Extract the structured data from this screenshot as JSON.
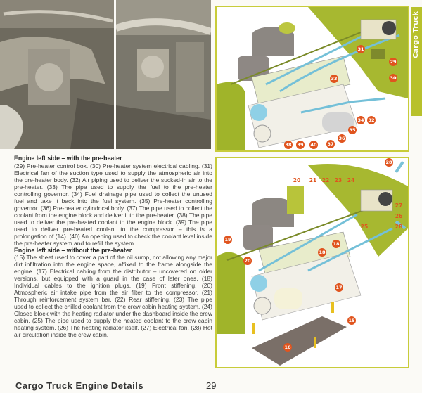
{
  "section_tab": "Cargo Truck",
  "sections": [
    {
      "heading": "Engine left side – with the pre-heater",
      "body": "(29) Pre-heater control box. (30) Pre-heater system electrical cabling. (31) Electrical fan of the suction type used to supply the atmospheric air into the pre-heater body. (32) Air piping used to deliver the sucked-in air to the pre-heater. (33) The pipe used to supply the fuel to the pre-heater controlling governor. (34) Fuel drainage pipe used to collect the unused fuel and take it back into the fuel system. (35) Pre-heater controlling governor. (36) Pre-heater cylindrical body. (37) The pipe used to collect the coolant from the engine block and deliver it to the pre-heater. (38) The pipe used to deliver the pre-heated coolant to the engine block. (39) The pipe used to deliver pre-heated coolant to the compressor – this is a prolongation of (14). (40) An opening used to check the coolant level inside the pre-heater system and to refill the system."
    },
    {
      "heading": "Engine left side – without the pre-heater",
      "body": "(15) The sheet used to cover a part of the oil sump, not allowing any major dirt infiltration into the engine space, affixed to the frame alongside the engine. (17) Electrical cabling from the distributor – uncovered on older versions, but equipped with a guard in the case of later ones. (18) Individual cables to the ignition plugs. (19) Front stiffening. (20) Atmospheric air intake pipe from the air filter to the compressor. (21) Through reinforcement system bar. (22) Rear stiffening. (23) The pipe used to collect the chilled coolant from the crew cabin heating system. (24) Closed block with the heating radiator under the dashboard inside the crew cabin. (25) The pipe used to supply the heated coolant to the crew cabin heating system. (26) The heating radiator itself. (27) Electrical fan. (28) Hot air circulation inside the crew cabin."
    }
  ],
  "diagram_top_labels": [
    "31",
    "29",
    "30",
    "33",
    "34",
    "32",
    "35",
    "36",
    "37",
    "38",
    "39",
    "40"
  ],
  "diagram_bottom_labels": [
    "20",
    "21",
    "22",
    "23",
    "24",
    "28",
    "27",
    "26",
    "28",
    "25",
    "19",
    "18",
    "18",
    "20",
    "17",
    "15",
    "16"
  ],
  "footer": {
    "title": "Cargo Truck Engine Details",
    "page": "29"
  },
  "colors": {
    "accent": "#b8c12b",
    "callout": "#e0541e",
    "cab_green": "#9fb32a",
    "pipe_blue": "#7cc3d8"
  }
}
